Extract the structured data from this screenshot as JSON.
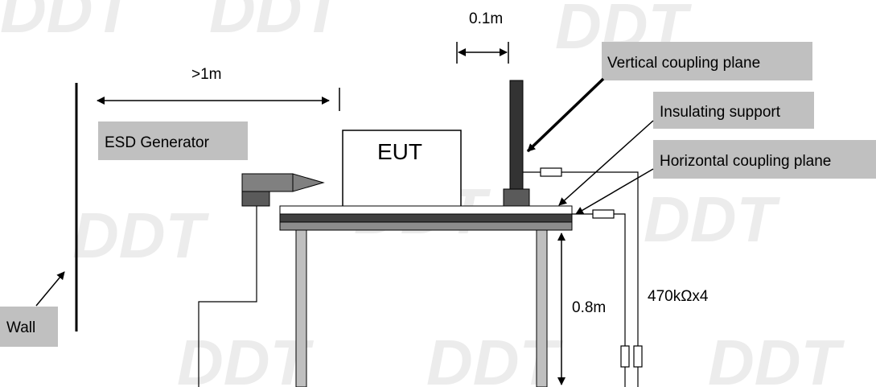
{
  "labels": {
    "wall": "Wall",
    "esd_generator": "ESD Generator",
    "eut": "EUT",
    "vertical_coupling_plane": "Vertical coupling plane",
    "insulating_support": "Insulating support",
    "horizontal_coupling_plane": "Horizontal coupling plane",
    "distance_wall": ">1m",
    "distance_vcp": "0.1m",
    "table_height": "0.8m",
    "resistors": "470kΩx4"
  },
  "watermark": "DDT",
  "colors": {
    "label_box": "#c0c0c0",
    "vcp_bar": "#333333",
    "table_leg": "#bfbfbf",
    "plane_dark": "#404040",
    "plane_mid": "#8c8c8c",
    "esd_gray": "#808080",
    "esd_dark": "#5a5a5a",
    "watermark": "#ececec"
  }
}
